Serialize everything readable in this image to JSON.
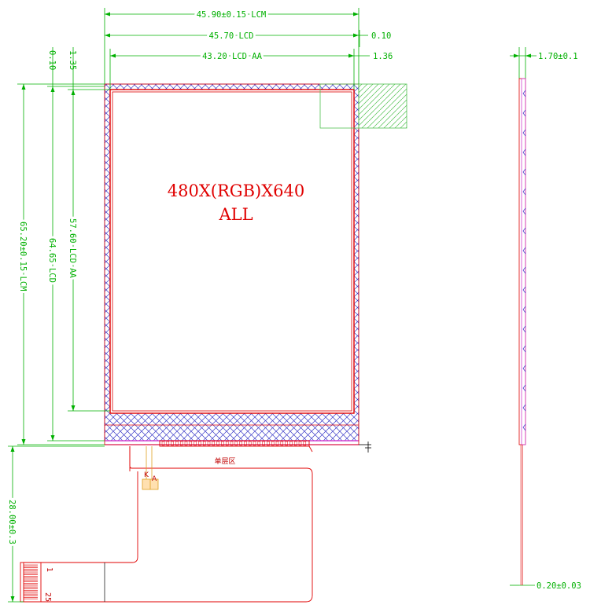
{
  "dimensions": {
    "lcm_width": "45.90±0.15  LCM",
    "lcd_width": "45.70  LCD",
    "lcd_aa_width": "43.20  LCD  AA",
    "right_offset_010": "0.10",
    "right_offset_136": "1.36",
    "left_offset_010": "0.10",
    "left_offset_135": "1.35",
    "lcm_height": "65.20±0.15  LCM",
    "lcd_height": "64.65  LCD",
    "lcd_aa_height": "57.60 LCD  AA",
    "fpc_length": "28.00±0.3",
    "thickness": "1.70±0.1",
    "fpc_thickness": "0.20±0.03"
  },
  "center": {
    "resolution": "480X(RGB)X640",
    "view": "ALL"
  },
  "fpc": {
    "zone_label": "单层区",
    "pin_first": "1",
    "pin_last": "25",
    "pad_k": "K",
    "pad_a": "A"
  },
  "colors": {
    "dimension": "#00b000",
    "outline": "#e00000",
    "hatch": "#3030c0",
    "polarizer": "#d040d0"
  }
}
